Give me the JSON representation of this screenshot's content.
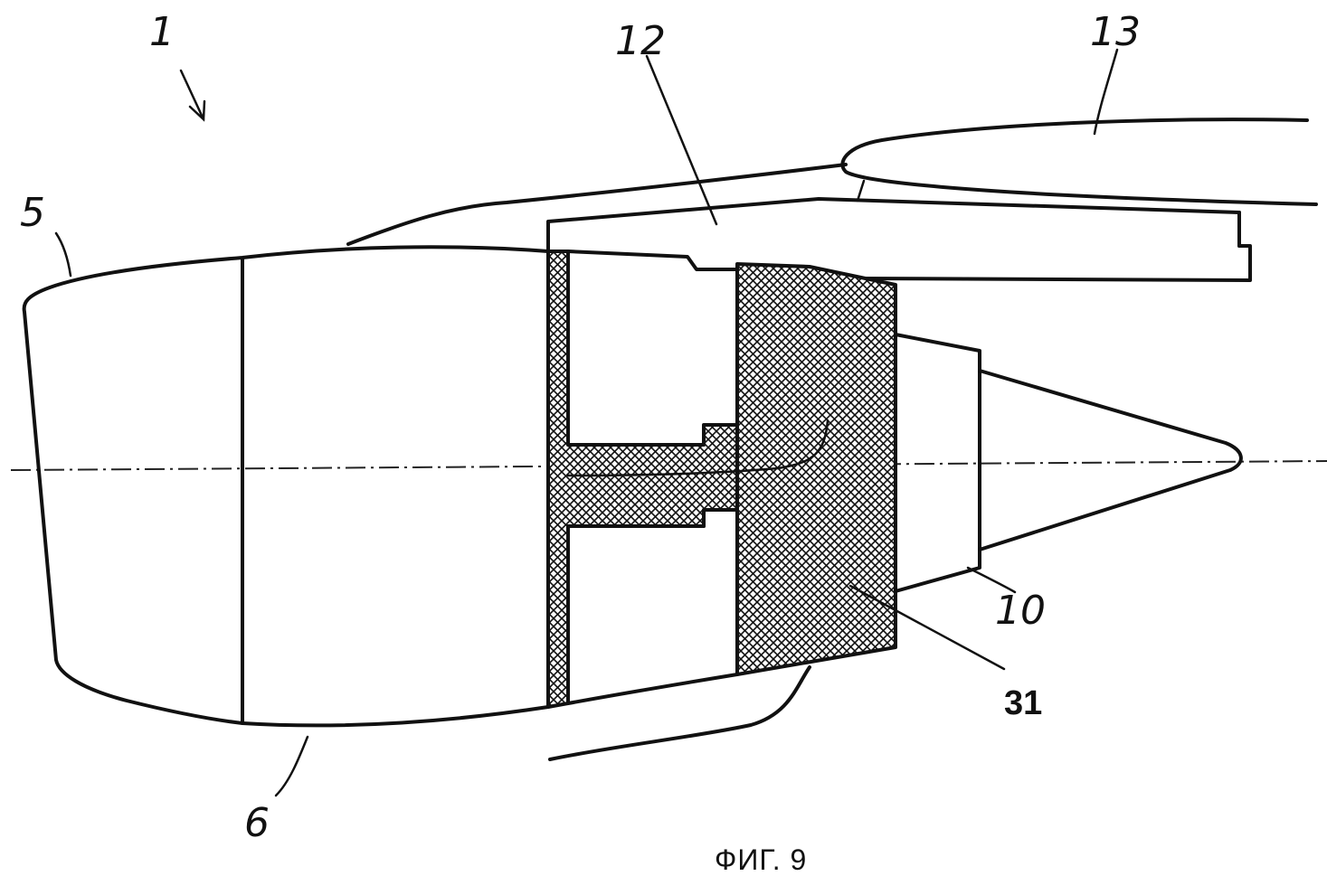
{
  "colors": {
    "ink": "#111111",
    "hatch_fill": "#ffffff"
  },
  "labels": {
    "ref_1": "1",
    "ref_5": "5",
    "ref_6": "6",
    "ref_10": "10",
    "ref_12": "12",
    "ref_13": "13",
    "ref_31": "31"
  },
  "caption": "ФИГ. 9"
}
